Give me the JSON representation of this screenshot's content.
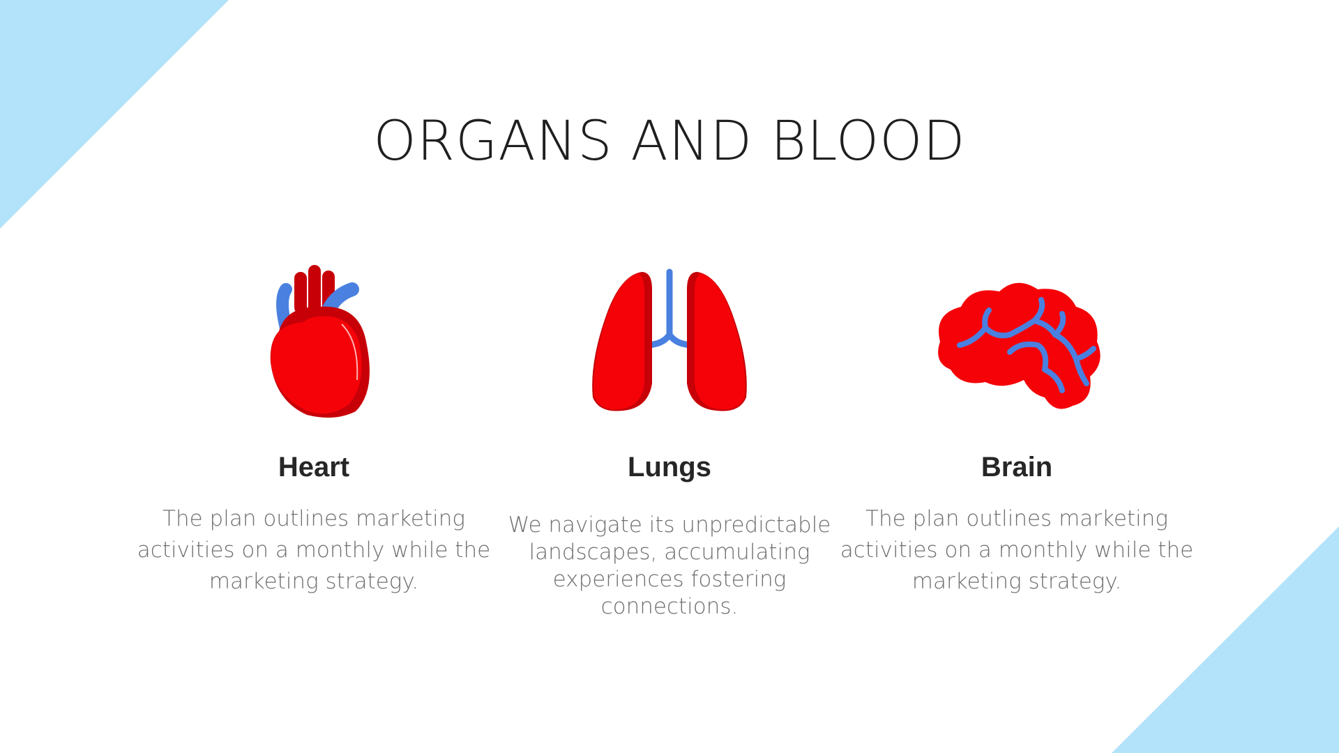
{
  "slide": {
    "title": "ORGANS AND BLOOD",
    "accent_color": "#b3e3fa",
    "organ_red": "#f50208",
    "vessel_blue": "#4a80e0"
  },
  "cards": [
    {
      "icon": "heart-icon",
      "heading": "Heart",
      "text": "The plan outlines marketing activities on a monthly  while the marketing strategy."
    },
    {
      "icon": "lungs-icon",
      "heading": "Lungs",
      "text": "We navigate its unpredictable landscapes, accumulating experiences fostering connections."
    },
    {
      "icon": "brain-icon",
      "heading": "Brain",
      "text": "The plan outlines marketing activities on a monthly  while the marketing strategy."
    }
  ]
}
